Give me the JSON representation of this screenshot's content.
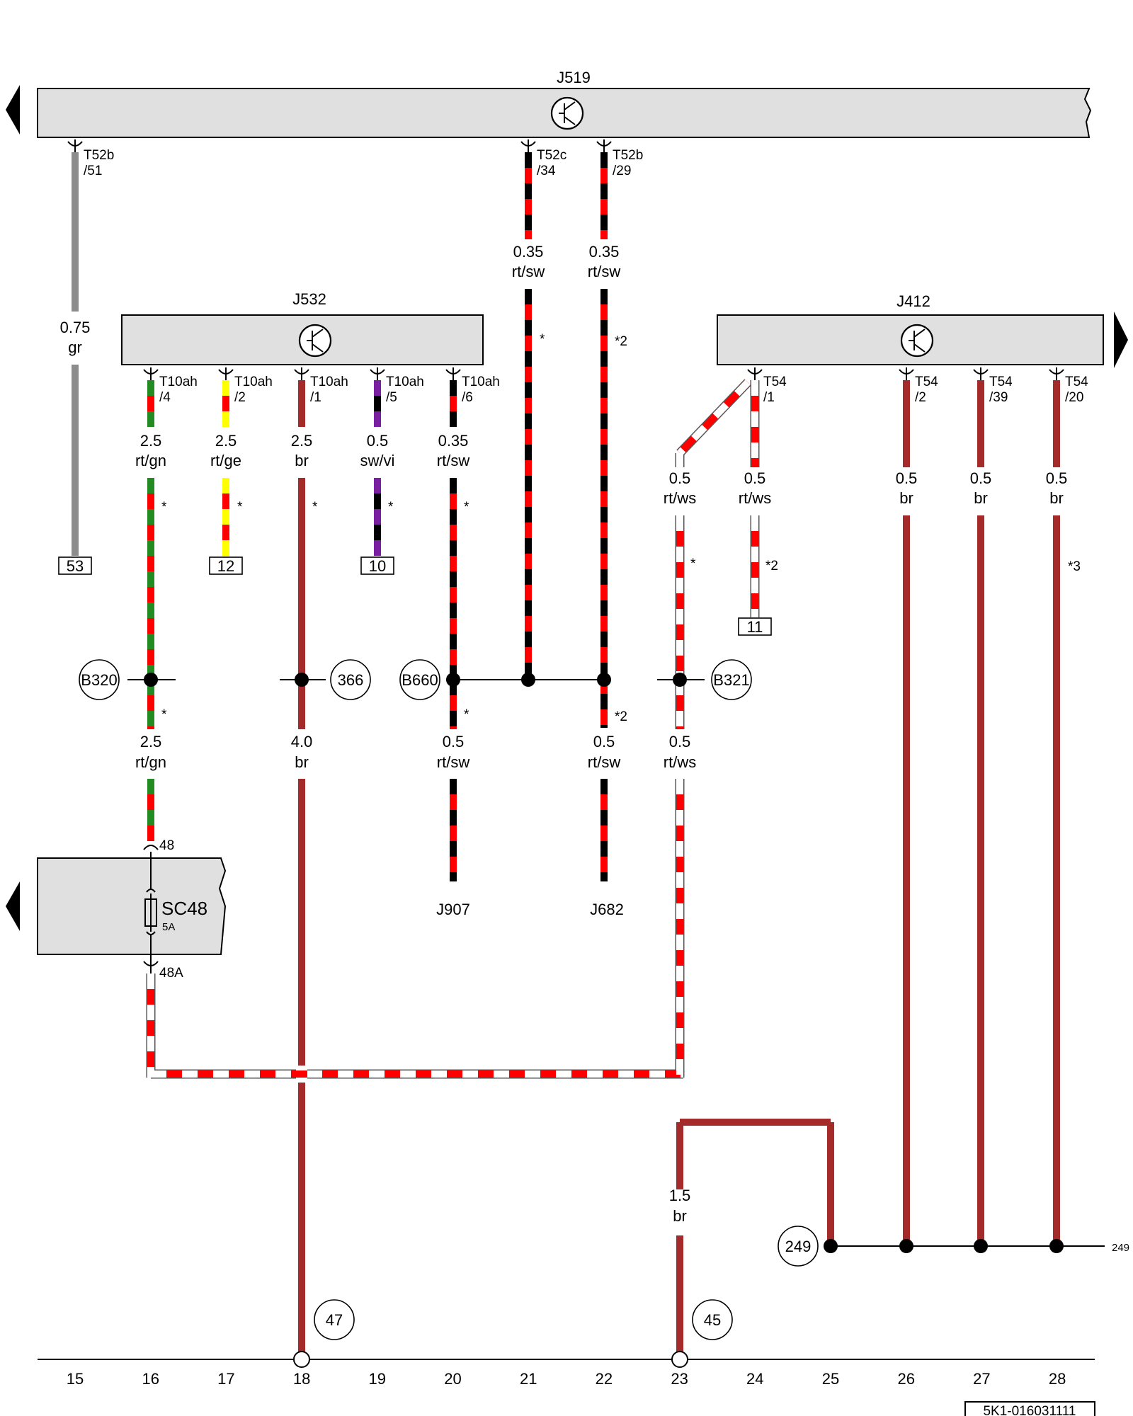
{
  "components": {
    "j519": {
      "label": "J519"
    },
    "j532": {
      "label": "J532"
    },
    "j412": {
      "label": "J412"
    },
    "j907": {
      "label": "J907"
    },
    "j682": {
      "label": "J682"
    },
    "sc48": {
      "label": "SC48",
      "rating": "5A",
      "pin_in": "48",
      "pin_out": "48A"
    }
  },
  "pins": {
    "p_t52b_51": {
      "line1": "T52b",
      "line2": "/51"
    },
    "p_t52c_34": {
      "line1": "T52c",
      "line2": "/34"
    },
    "p_t52b_29": {
      "line1": "T52b",
      "line2": "/29"
    },
    "p_t10ah_4": {
      "line1": "T10ah",
      "line2": "/4"
    },
    "p_t10ah_2": {
      "line1": "T10ah",
      "line2": "/2"
    },
    "p_t10ah_1": {
      "line1": "T10ah",
      "line2": "/1"
    },
    "p_t10ah_5": {
      "line1": "T10ah",
      "line2": "/5"
    },
    "p_t10ah_6": {
      "line1": "T10ah",
      "line2": "/6"
    },
    "p_t54_1": {
      "line1": "T54",
      "line2": "/1"
    },
    "p_t54_2": {
      "line1": "T54",
      "line2": "/2"
    },
    "p_t54_39": {
      "line1": "T54",
      "line2": "/39"
    },
    "p_t54_20": {
      "line1": "T54",
      "line2": "/20"
    }
  },
  "wires": [
    {
      "id": "w1",
      "size": "0.75",
      "color": "gr",
      "colors": [
        "#8c8c8c"
      ]
    },
    {
      "id": "w2",
      "size": "0.35",
      "color": "rt/sw",
      "colors": [
        "#ff0000",
        "#000000"
      ]
    },
    {
      "id": "w3",
      "size": "0.35",
      "color": "rt/sw",
      "colors": [
        "#ff0000",
        "#000000"
      ]
    },
    {
      "id": "w4",
      "size": "2.5",
      "color": "rt/gn",
      "colors": [
        "#ff0000",
        "#228b22"
      ]
    },
    {
      "id": "w5",
      "size": "2.5",
      "color": "rt/ge",
      "colors": [
        "#ff0000",
        "#ffff00"
      ]
    },
    {
      "id": "w6",
      "size": "2.5",
      "color": "br",
      "colors": [
        "#a52a2a"
      ]
    },
    {
      "id": "w7",
      "size": "0.5",
      "color": "sw/vi",
      "colors": [
        "#000000",
        "#7b1fa2"
      ]
    },
    {
      "id": "w8",
      "size": "0.35",
      "color": "rt/sw",
      "colors": [
        "#ff0000",
        "#000000"
      ]
    },
    {
      "id": "w9",
      "size": "0.5",
      "color": "rt/ws",
      "colors": [
        "#ff0000",
        "#ffffff"
      ]
    },
    {
      "id": "w10",
      "size": "0.5",
      "color": "rt/ws",
      "colors": [
        "#ff0000",
        "#ffffff"
      ]
    },
    {
      "id": "w11",
      "size": "0.5",
      "color": "br",
      "colors": [
        "#a52a2a"
      ]
    },
    {
      "id": "w12",
      "size": "0.5",
      "color": "br",
      "colors": [
        "#a52a2a"
      ]
    },
    {
      "id": "w13",
      "size": "0.5",
      "color": "br",
      "colors": [
        "#a52a2a"
      ]
    },
    {
      "id": "w14",
      "size": "2.5",
      "color": "rt/gn",
      "colors": [
        "#ff0000",
        "#228b22"
      ]
    },
    {
      "id": "w15",
      "size": "4.0",
      "color": "br",
      "colors": [
        "#a52a2a"
      ]
    },
    {
      "id": "w16",
      "size": "0.5",
      "color": "rt/sw",
      "colors": [
        "#ff0000",
        "#000000"
      ]
    },
    {
      "id": "w17",
      "size": "0.5",
      "color": "rt/sw",
      "colors": [
        "#ff0000",
        "#000000"
      ]
    },
    {
      "id": "w18",
      "size": "0.5",
      "color": "rt/ws",
      "colors": [
        "#ff0000",
        "#ffffff"
      ]
    },
    {
      "id": "w19",
      "size": "1.5",
      "color": "br",
      "colors": [
        "#a52a2a"
      ]
    },
    {
      "id": "w20",
      "colors": [
        "#ff0000",
        "#ffffff"
      ]
    }
  ],
  "notes": {
    "n1": "*",
    "n2": "*2",
    "n3": "*",
    "n4": "*",
    "n5": "*",
    "n6": "*",
    "n7": "*",
    "n8": "*",
    "n9": "*2",
    "n10": "*3",
    "n11": "*",
    "n12": "*",
    "n13": "*2"
  },
  "refs": {
    "r53": "53",
    "r12": "12",
    "r10": "10",
    "r11": "11"
  },
  "connectors": {
    "B320": "B320",
    "c366": "366",
    "B660": "B660",
    "B321": "B321",
    "c249": "249",
    "c47": "47",
    "c45": "45",
    "edge249": "249"
  },
  "ruler": [
    "15",
    "16",
    "17",
    "18",
    "19",
    "20",
    "21",
    "22",
    "23",
    "24",
    "25",
    "26",
    "27",
    "28"
  ],
  "footer_id": "5K1-016031111"
}
